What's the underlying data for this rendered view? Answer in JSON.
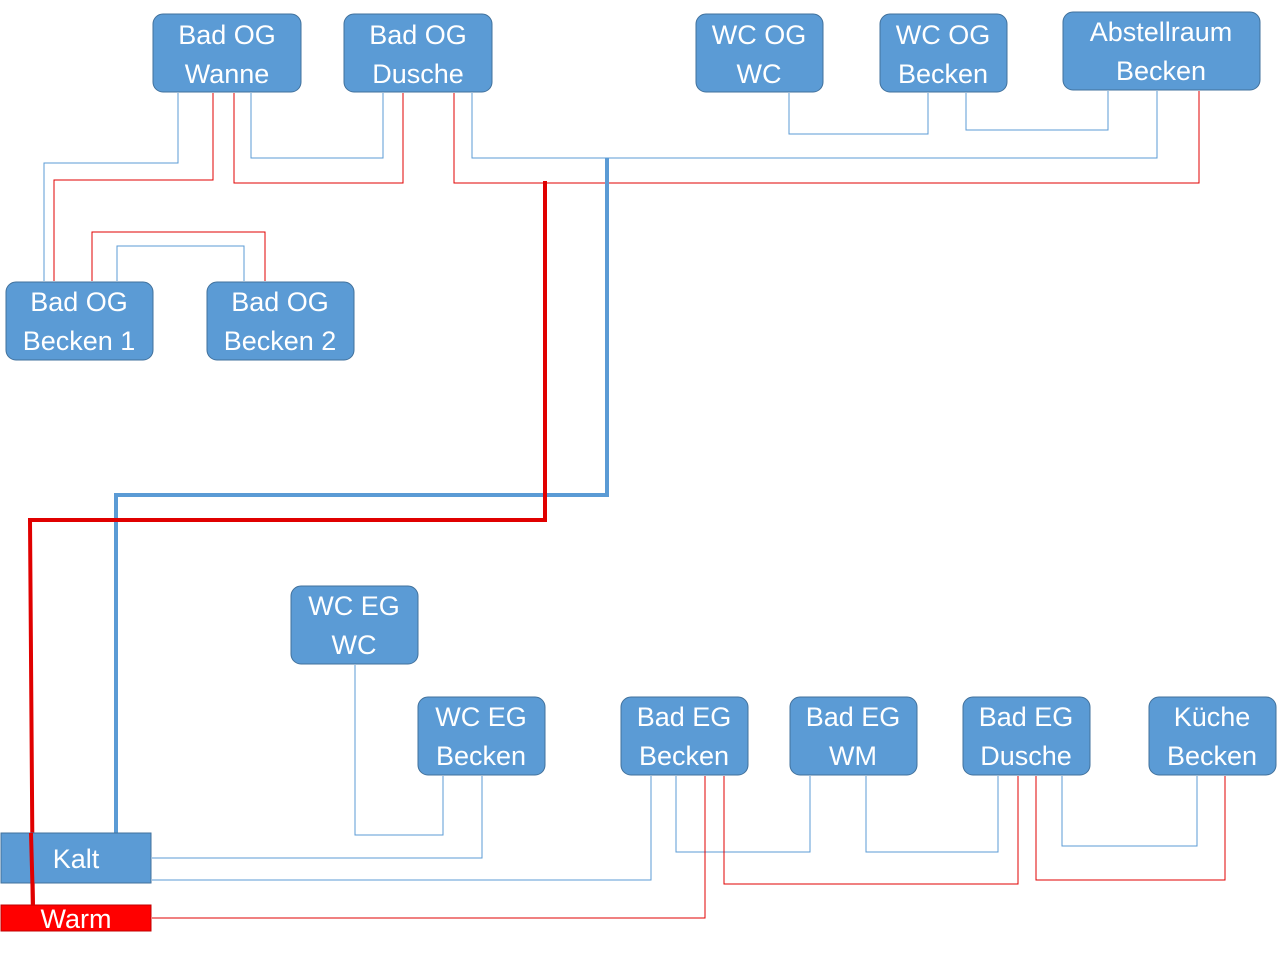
{
  "colors": {
    "node_fill": "#5b9bd5",
    "node_border": "#41719c",
    "cold_line": "#5b9bd5",
    "warm_line": "#e00000",
    "warm_source_fill": "#ff0000"
  },
  "nodes": {
    "bad_og_wanne": {
      "line1": "Bad OG",
      "line2": "Wanne"
    },
    "bad_og_dusche": {
      "line1": "Bad OG",
      "line2": "Dusche"
    },
    "wc_og_wc": {
      "line1": "WC OG",
      "line2": "WC"
    },
    "wc_og_becken": {
      "line1": "WC OG",
      "line2": "Becken"
    },
    "abstellraum_becken": {
      "line1": "Abstellraum",
      "line2": "Becken"
    },
    "bad_og_becken_1": {
      "line1": "Bad OG",
      "line2": "Becken 1"
    },
    "bad_og_becken_2": {
      "line1": "Bad OG",
      "line2": "Becken 2"
    },
    "wc_eg_wc": {
      "line1": "WC EG",
      "line2": "WC"
    },
    "wc_eg_becken": {
      "line1": "WC EG",
      "line2": "Becken"
    },
    "bad_eg_becken": {
      "line1": "Bad EG",
      "line2": "Becken"
    },
    "bad_eg_wm": {
      "line1": "Bad EG",
      "line2": "WM"
    },
    "bad_eg_dusche": {
      "line1": "Bad EG",
      "line2": "Dusche"
    },
    "kueche_becken": {
      "line1": "Küche",
      "line2": "Becken"
    }
  },
  "sources": {
    "kalt": "Kalt",
    "warm": "Warm"
  }
}
